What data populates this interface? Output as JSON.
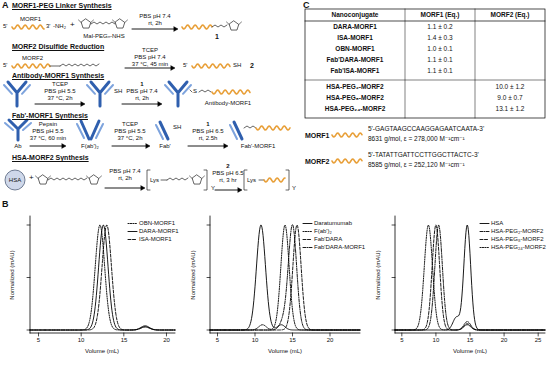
{
  "diagram": {
    "labels": [
      "A",
      "MORF1-PEG Linker Synthesis",
      "5'",
      "MORF1",
      "3'",
      "-NH₂",
      "+",
      "Mal-PEGₙ-NHS",
      "PBS pH 7.4",
      "rt, 2h",
      "1",
      "MORF2 Disulfide Reduction",
      "5'",
      "MORF2",
      "TCEP",
      "PBS pH 7.4",
      "37 °C, 45 min",
      "5'",
      "SH",
      "2",
      "Antibody-MORF1 Synthesis",
      "TCEP",
      "PBS pH 5.5",
      "37 °C, 2h",
      "SH",
      "1",
      "PBS pH 7.4",
      "rt, 2h",
      "S",
      "Antibody-MORF1",
      "Fab'-MORF1 Synthesis",
      "Ab",
      "Pepsin",
      "PBS pH 5.5",
      "37 °C, 60 min",
      "F(ab')₂",
      "TCEP",
      "PBS pH 5.5",
      "37 °C, 2h",
      "Fab'",
      "SH",
      "1",
      "PBS pH 6.5",
      "rt, 2.5h",
      "Fab'-MORF1",
      "HSA-MORF2 Synthesis",
      "HSA",
      "+",
      "PBS pH 7.4",
      "rt, 2h",
      "Lys",
      "Y",
      "2",
      "PBS pH 6.5",
      "rt, 3 hr",
      "Lys",
      "Y",
      "C",
      "Nanoconjugate",
      "MORF1 (Eq.)",
      "MORF2 (Eq.)",
      "DARA-MORF1",
      "1.1 ± 0.2",
      "ISA-MORF1",
      "1.4 ± 0.3",
      "OBN-MORF1",
      "1.0 ± 0.1",
      "Fab'DARA-MORF1",
      "1.1 ± 0.1",
      "Fab'ISA-MORF1",
      "1.1 ± 0.1",
      "HSA-PEG₂-MORF2",
      "10.0 ± 1.2",
      "HSA-PEG₈-MORF2",
      "9.0 ± 0.7",
      "HSA-PEG₂₄-MORF2",
      "13.1 ± 1.2",
      "MORF1",
      "5'-GAGTAAGCCAAGGAGAATCAATA-3'",
      "8631 g/mol, ε = 278,000 M⁻¹cm⁻¹",
      "MORF2",
      "5'-TATATTGATTCCTTGGCTTACTC-3'",
      "8585 g/mol, ε = 252,120 M⁻¹cm⁻¹",
      "B",
      "Normalized (mAU)",
      "Volume (mL)",
      "5",
      "10",
      "15",
      "20",
      "Normalized (mAU)",
      "Volume (mL)",
      "5",
      "10",
      "15",
      "20",
      "Normalized (mAU)",
      "Volume (mL)",
      "5",
      "10",
      "15",
      "20",
      "25"
    ],
    "legend": [
      {
        "text": "OBN-MORF1"
      },
      {
        "text": "DARA-MORF1"
      },
      {
        "text": "ISA-MORF1"
      },
      {
        "text": "Daratumumab"
      },
      {
        "text": "F(ab')₂"
      },
      {
        "text": "Fab'DARA"
      },
      {
        "text": "Fab'DARA-MORF1"
      },
      {
        "text": "HSA"
      },
      {
        "text": "HSA-PEG₂-MORF2"
      },
      {
        "text": "HSA-PEG₈-MORF2"
      },
      {
        "text": "HSA-PEG₂₄-MORF2"
      }
    ]
  }
}
